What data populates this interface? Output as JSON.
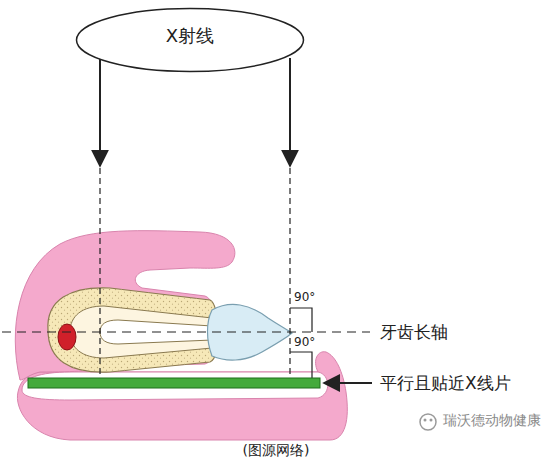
{
  "diagram": {
    "caption": "(图源网络)",
    "nodes": [
      {
        "text": [
          "X射线"
        ]
      }
    ],
    "labels": [
      "90°",
      "牙齿长轴",
      "90°",
      "平行且贴近X线片",
      "瑞沃德动物健康"
    ]
  }
}
